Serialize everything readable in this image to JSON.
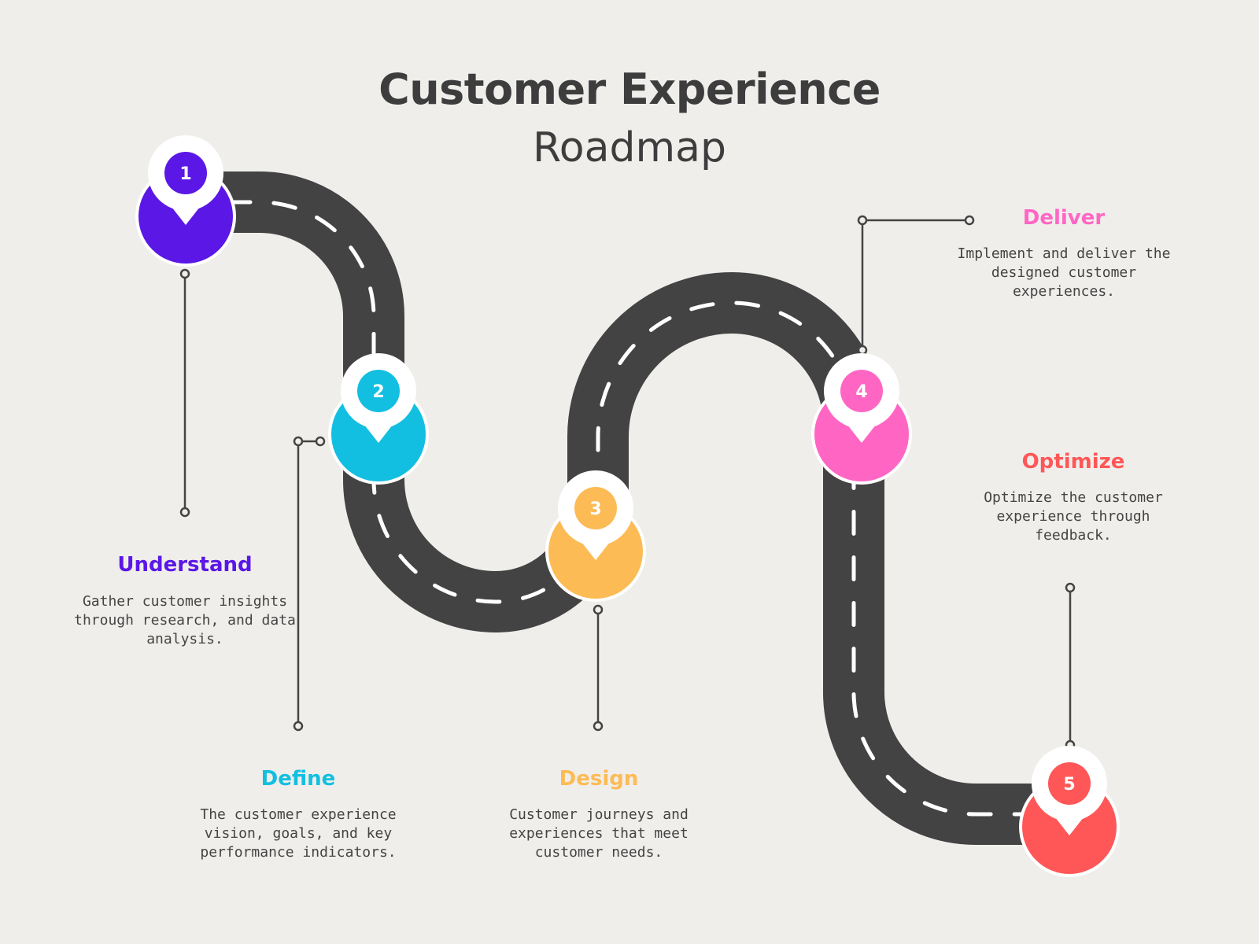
{
  "title": {
    "line1": "Customer Experience",
    "line2": "Roadmap"
  },
  "colors": {
    "background": "#efeeeb",
    "road": "#434343",
    "step1": "#5b17e6",
    "step2": "#12bfe0",
    "step3": "#fdbb55",
    "step4": "#ff66c4",
    "step5": "#ff5757"
  },
  "steps": [
    {
      "number": "1",
      "title": "Understand",
      "description": "Gather customer insights through research, and data analysis."
    },
    {
      "number": "2",
      "title": "Define",
      "description": "The customer experience vision, goals, and key performance indicators."
    },
    {
      "number": "3",
      "title": "Design",
      "description": "Customer journeys and experiences that meet customer needs."
    },
    {
      "number": "4",
      "title": "Deliver",
      "description": "Implement and deliver the designed customer experiences."
    },
    {
      "number": "5",
      "title": "Optimize",
      "description": "Optimize the customer experience through feedback."
    }
  ]
}
